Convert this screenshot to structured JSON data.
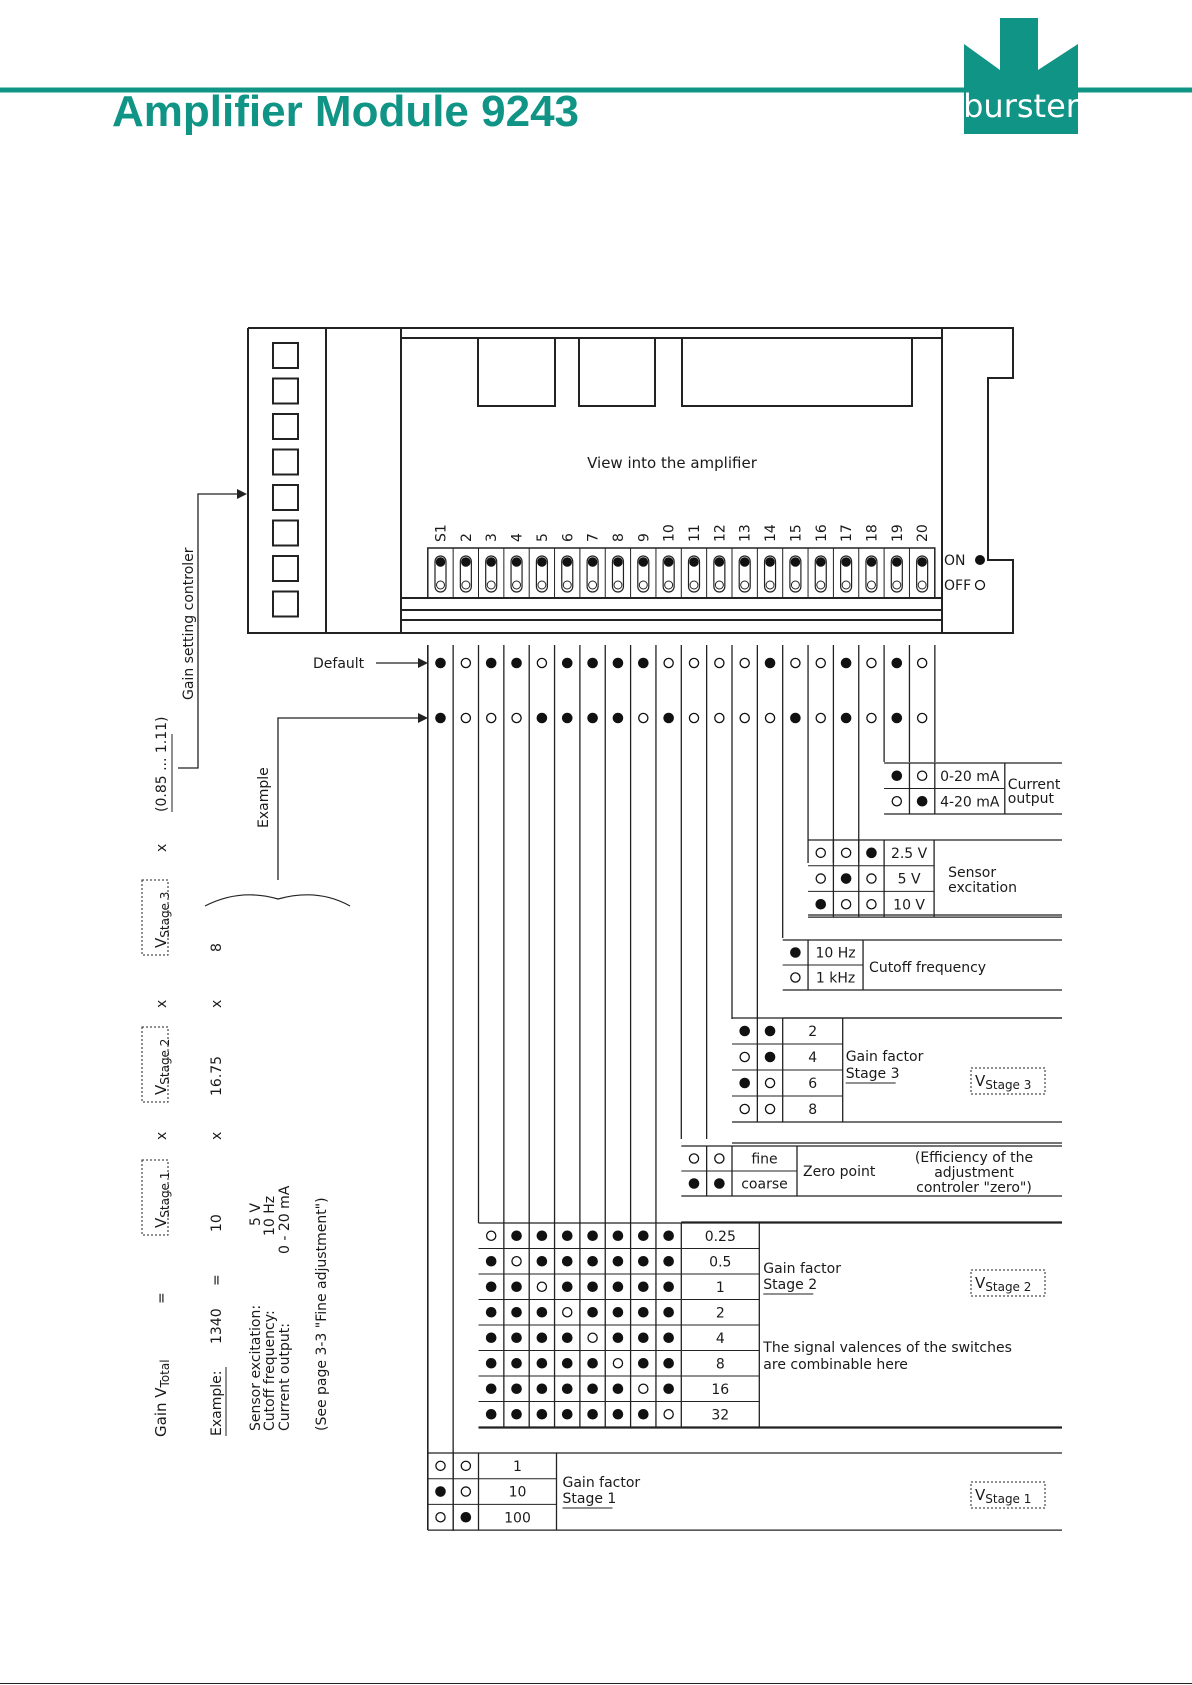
{
  "header": {
    "title": "Amplifier Module 9243",
    "logo_text": "burster",
    "accent_color": "#0f9485"
  },
  "housing": {
    "view_label": "View into the amplifier",
    "on_label": "ON",
    "off_label": "OFF"
  },
  "switches": [
    "S1",
    "2",
    "3",
    "4",
    "5",
    "6",
    "7",
    "8",
    "9",
    "10",
    "11",
    "12",
    "13",
    "14",
    "15",
    "16",
    "17",
    "18",
    "19",
    "20"
  ],
  "rows": {
    "default_label": "Default",
    "default": [
      "on",
      "off",
      "on",
      "on",
      "off",
      "on",
      "on",
      "on",
      "on",
      "off",
      "off",
      "off",
      "off",
      "on",
      "off",
      "off",
      "on",
      "off",
      "on",
      "off"
    ],
    "example_label": "Example",
    "example": [
      "on",
      "off",
      "off",
      "off",
      "on",
      "on",
      "on",
      "on",
      "off",
      "on",
      "off",
      "off",
      "off",
      "off",
      "on",
      "off",
      "on",
      "off",
      "on",
      "off"
    ]
  },
  "left_formula": {
    "gain_label": "Gain setting controler",
    "gain_total": "Gain V",
    "gain_total_sub": "Total",
    "equals": "=",
    "times": "x",
    "v": "V",
    "stage1_sub": "Stage 1",
    "stage2_sub": "Stage 2",
    "stage3_sub": "Stage 3",
    "range": "(0.85 ... 1.11)",
    "example_label": "Example:",
    "example_total": "1340",
    "example_s1": "10",
    "example_s2": "16.75",
    "example_s3": "8",
    "sensor_label": "Sensor excitation:",
    "sensor_value": "5 V",
    "cutoff_label": "Cutoff frequency:",
    "cutoff_value": "10 Hz",
    "current_label": "Current output:",
    "current_value": "0 - 20 mA",
    "see_page": "(See page 3-3 \"Fine adjustment\")"
  },
  "current_output": {
    "label_line1": "Current",
    "label_line2": "output",
    "options": [
      {
        "value": "0-20 mA",
        "states": [
          "on",
          "off"
        ]
      },
      {
        "value": "4-20 mA",
        "states": [
          "off",
          "on"
        ]
      }
    ]
  },
  "sensor_excitation": {
    "label_line1": "Sensor",
    "label_line2": "excitation",
    "options": [
      {
        "value": "2.5 V",
        "states": [
          "off",
          "off",
          "on"
        ]
      },
      {
        "value": "5 V",
        "states": [
          "off",
          "on",
          "off"
        ]
      },
      {
        "value": "10 V",
        "states": [
          "on",
          "off",
          "off"
        ]
      }
    ]
  },
  "cutoff": {
    "label": "Cutoff frequency",
    "options": [
      {
        "value": "10 Hz",
        "states": [
          "on"
        ]
      },
      {
        "value": "1 kHz",
        "states": [
          "off"
        ]
      }
    ]
  },
  "gain_stage3": {
    "label_line1": "Gain factor",
    "label_line2": "Stage 3",
    "options": [
      {
        "value": "2",
        "states": [
          "on",
          "on"
        ]
      },
      {
        "value": "4",
        "states": [
          "off",
          "on"
        ]
      },
      {
        "value": "6",
        "states": [
          "on",
          "off"
        ]
      },
      {
        "value": "8",
        "states": [
          "off",
          "off"
        ]
      }
    ]
  },
  "zero_point": {
    "label": "Zero point",
    "note_line1": "(Efficiency of the",
    "note_line2": "adjustment",
    "note_line3": "controler \"zero\")",
    "options": [
      {
        "value": "fine",
        "states": [
          "off",
          "off"
        ]
      },
      {
        "value": "coarse",
        "states": [
          "on",
          "on"
        ]
      }
    ]
  },
  "gain_stage2": {
    "label_line1": "Gain factor",
    "label_line2": "Stage 2",
    "note_line1": "The signal valences of the switches",
    "note_line2": "are combinable here",
    "options": [
      {
        "value": "0.25",
        "states": [
          "off",
          "on",
          "on",
          "on",
          "on",
          "on",
          "on",
          "on"
        ]
      },
      {
        "value": "0.5",
        "states": [
          "on",
          "off",
          "on",
          "on",
          "on",
          "on",
          "on",
          "on"
        ]
      },
      {
        "value": "1",
        "states": [
          "on",
          "on",
          "off",
          "on",
          "on",
          "on",
          "on",
          "on"
        ]
      },
      {
        "value": "2",
        "states": [
          "on",
          "on",
          "on",
          "off",
          "on",
          "on",
          "on",
          "on"
        ]
      },
      {
        "value": "4",
        "states": [
          "on",
          "on",
          "on",
          "on",
          "off",
          "on",
          "on",
          "on"
        ]
      },
      {
        "value": "8",
        "states": [
          "on",
          "on",
          "on",
          "on",
          "on",
          "off",
          "on",
          "on"
        ]
      },
      {
        "value": "16",
        "states": [
          "on",
          "on",
          "on",
          "on",
          "on",
          "on",
          "off",
          "on"
        ]
      },
      {
        "value": "32",
        "states": [
          "on",
          "on",
          "on",
          "on",
          "on",
          "on",
          "on",
          "off"
        ]
      }
    ]
  },
  "gain_stage1": {
    "label_line1": "Gain factor",
    "label_line2": "Stage 1",
    "options": [
      {
        "value": "1",
        "states": [
          "off",
          "off"
        ]
      },
      {
        "value": "10",
        "states": [
          "on",
          "off"
        ]
      },
      {
        "value": "100",
        "states": [
          "off",
          "on"
        ]
      }
    ]
  }
}
